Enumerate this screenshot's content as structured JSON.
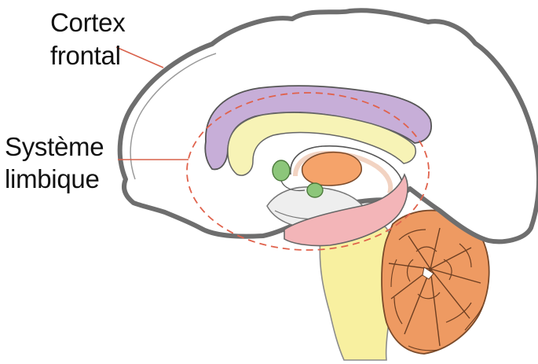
{
  "labels": {
    "cortex_frontal": [
      "Cortex",
      "frontal"
    ],
    "systeme_limbique": [
      "Système",
      "limbique"
    ]
  },
  "colors": {
    "outline": "#6e6e6e",
    "cortex_fill": "#ffffff",
    "cingulate_purple": "#c7aed8",
    "inner_yellow": "#f7f3b6",
    "thalamus_orange": "#f5a36a",
    "amygdala_green": "#8cc67a",
    "hippocampus_pink": "#f3b5b8",
    "fornix_peach": "#f2d3c2",
    "brainstem_yellow": "#f8f0a0",
    "cerebellum_orange": "#ee9a62",
    "pale_gray": "#eeeeee",
    "limbic_dash": "#e0624c",
    "pointer_line": "#d9624c"
  }
}
